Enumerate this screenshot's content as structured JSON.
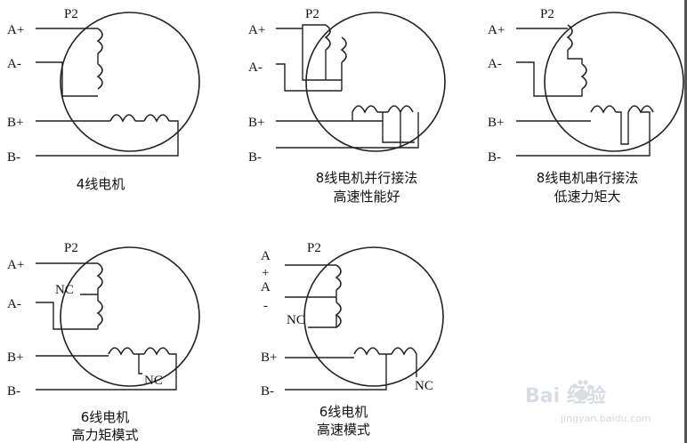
{
  "diagrams": [
    {
      "id": "4-wire",
      "head_label": "P2",
      "terminals": [
        "A+",
        "A-",
        "B+",
        "B-"
      ],
      "caption_lines": [
        "4线电机"
      ]
    },
    {
      "id": "8-wire-parallel",
      "head_label": "P2",
      "terminals": [
        "A+",
        "A-",
        "B+",
        "B-"
      ],
      "caption_lines": [
        "8线电机并行接法",
        "高速性能好"
      ]
    },
    {
      "id": "8-wire-series",
      "head_label": "P2",
      "terminals": [
        "A+",
        "A-",
        "B+",
        "B-"
      ],
      "caption_lines": [
        "8线电机串行接法",
        "低速力矩大"
      ]
    },
    {
      "id": "6-wire-high-torque",
      "head_label": "P2",
      "terminals": [
        "A+",
        "A-",
        "B+",
        "B-"
      ],
      "nc_labels": [
        "NC",
        "NC"
      ],
      "caption_lines": [
        "6线电机",
        "高力矩模式"
      ]
    },
    {
      "id": "6-wire-high-speed",
      "head_label": "P2",
      "terminals": [
        "A",
        "+",
        "A",
        "-",
        "B+",
        "B-"
      ],
      "nc_labels": [
        "NC",
        "NC"
      ],
      "caption_lines": [
        "6线电机",
        "高速模式"
      ]
    }
  ],
  "watermark": {
    "brand": "Bai  经验",
    "url": "jingyan.baidu.com"
  }
}
